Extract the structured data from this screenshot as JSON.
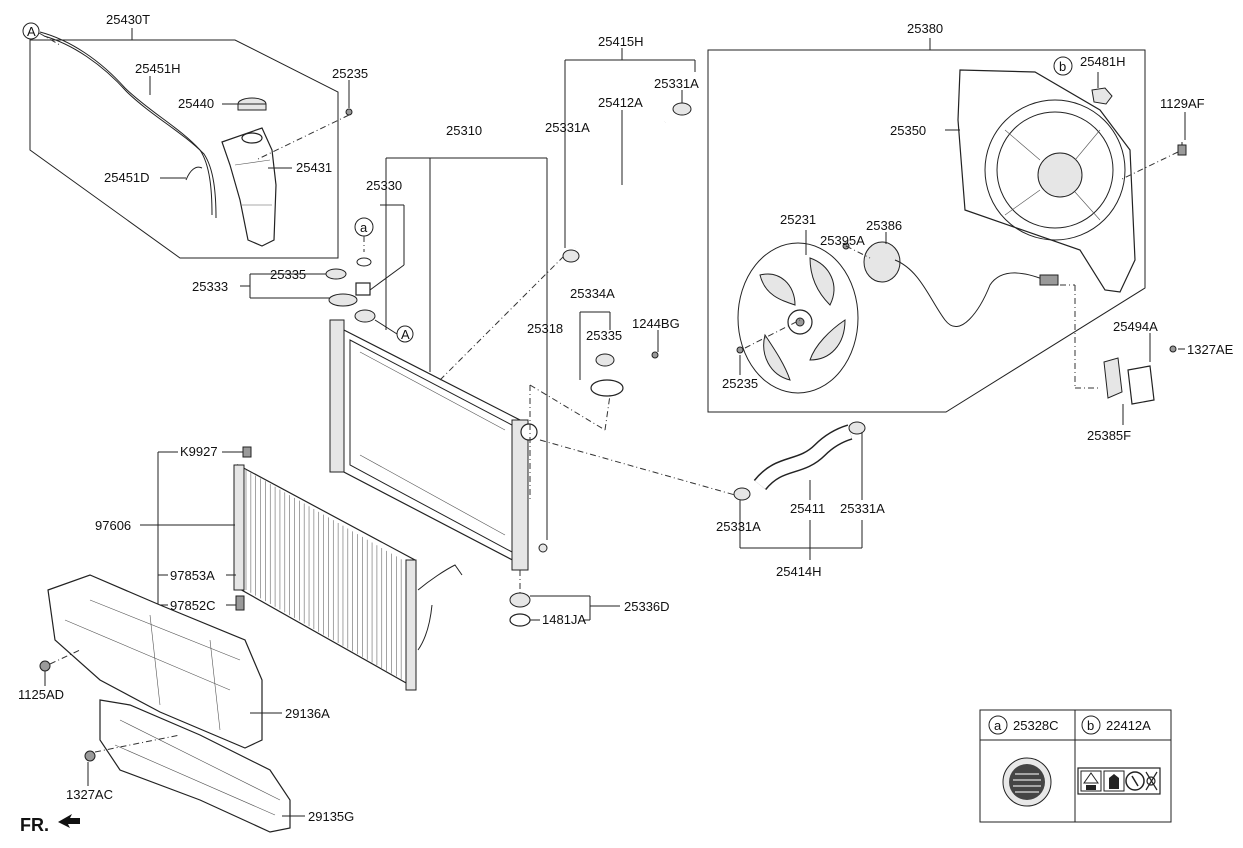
{
  "labels": {
    "p25430T": "25430T",
    "p25451H": "25451H",
    "p25235_top": "25235",
    "p25440": "25440",
    "p25431": "25431",
    "p25451D": "25451D",
    "p25310": "25310",
    "p25330": "25330",
    "p25335_left": "25335",
    "p25333": "25333",
    "p25415H": "25415H",
    "p25331A_top": "25331A",
    "p25412A": "25412A",
    "p25331A_mid": "25331A",
    "p25334A": "25334A",
    "p25335_mid": "25335",
    "p1244BG": "1244BG",
    "p25318": "25318",
    "p25380": "25380",
    "p25481H": "25481H",
    "p1129AF": "1129AF",
    "p25350": "25350",
    "p25231": "25231",
    "p25386": "25386",
    "p25395A": "25395A",
    "p25235_fan": "25235",
    "p25494A": "25494A",
    "p1327AE": "1327AE",
    "p25385F": "25385F",
    "pK9927": "K9927",
    "p97606": "97606",
    "p97853A": "97853A",
    "p97852C": "97852C",
    "p1125AD": "1125AD",
    "p29136A": "29136A",
    "p1327AC": "1327AC",
    "p29135G": "29135G",
    "p25336D": "25336D",
    "p1481JA": "1481JA",
    "p25331A_l": "25331A",
    "p25411": "25411",
    "p25331A_r": "25331A",
    "p25414H": "25414H",
    "fr": "FR."
  },
  "callouts": {
    "a_letter": "a",
    "A_letter": "A"
  },
  "legend": {
    "a_letter": "a",
    "a_part": "25328C",
    "b_letter": "b",
    "b_part": "22412A"
  }
}
